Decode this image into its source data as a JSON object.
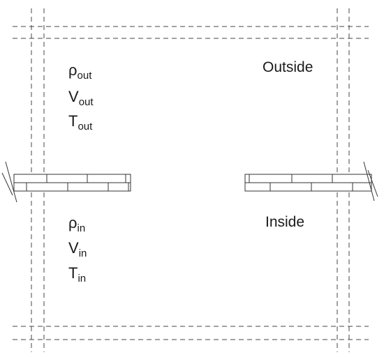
{
  "regions": {
    "outside": "Outside",
    "inside": "Inside"
  },
  "outside_vars": [
    {
      "symbol": "ρ",
      "subscript": "out"
    },
    {
      "symbol": "V",
      "subscript": "out"
    },
    {
      "symbol": "T",
      "subscript": "out"
    }
  ],
  "inside_vars": [
    {
      "symbol": "ρ",
      "subscript": "in"
    },
    {
      "symbol": "V",
      "subscript": "in"
    },
    {
      "symbol": "T",
      "subscript": "in"
    }
  ],
  "colors": {
    "line": "#333333",
    "dash": "#444444"
  }
}
